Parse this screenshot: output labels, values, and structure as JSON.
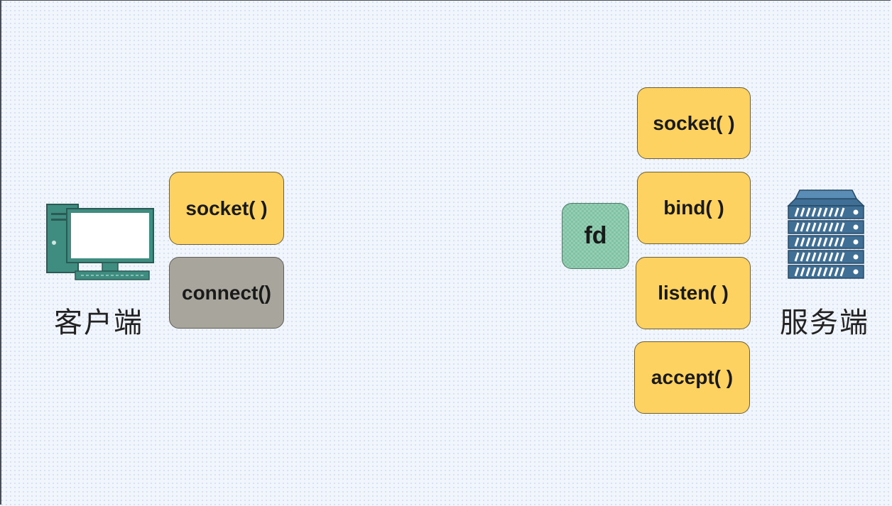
{
  "client": {
    "label": "客户端",
    "icon": "desktop-computer-icon",
    "steps": [
      {
        "label": "socket( )",
        "color": "#fdd260"
      },
      {
        "label": "connect()",
        "color": "#a8a69c"
      }
    ]
  },
  "server": {
    "label": "服务端",
    "icon": "server-rack-icon",
    "steps": [
      {
        "label": "socket( )",
        "color": "#fdd260"
      },
      {
        "label": "bind( )",
        "color": "#fdd260"
      },
      {
        "label": "listen( )",
        "color": "#fdd260"
      },
      {
        "label": "accept( )",
        "color": "#fdd260"
      }
    ],
    "fd": {
      "label": "fd",
      "color": "#7fc3a4"
    }
  }
}
